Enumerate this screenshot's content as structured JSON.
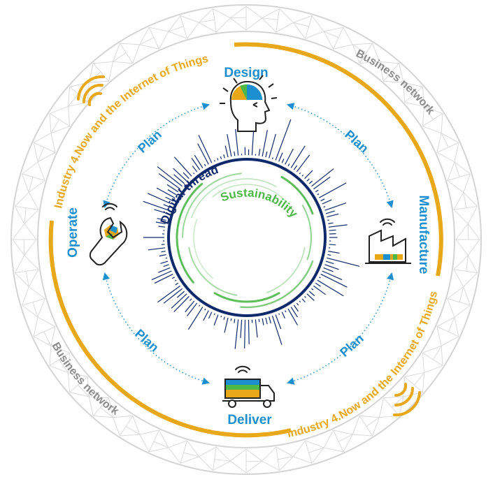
{
  "stages": {
    "design": "Design",
    "manufacture": "Manufacture",
    "deliver": "Deliver",
    "operate": "Operate"
  },
  "plan_labels": [
    "Plan",
    "Plan",
    "Plan",
    "Plan"
  ],
  "outer_ring": {
    "business_network_top": "Business network",
    "business_network_bottom": "Business network",
    "industry_top": "Industry 4.Now and the Internet of Things",
    "industry_bottom": "Industry 4.Now and the Internet of Things"
  },
  "inner": {
    "digital_thread": "Digital thread",
    "sustainability": "Sustainability"
  },
  "colors": {
    "blue": "#1b8fd0",
    "navy": "#0f2a6b",
    "gold": "#e9a817",
    "gray": "#8c8c8c",
    "green": "#4db848",
    "mesh": "#d0d0d0"
  },
  "icons": {
    "design": "head-with-idea-icon",
    "manufacture": "factory-icon",
    "deliver": "delivery-truck-icon",
    "operate": "wrench-with-gear-icon",
    "wireless": "wireless-signal-icon"
  }
}
